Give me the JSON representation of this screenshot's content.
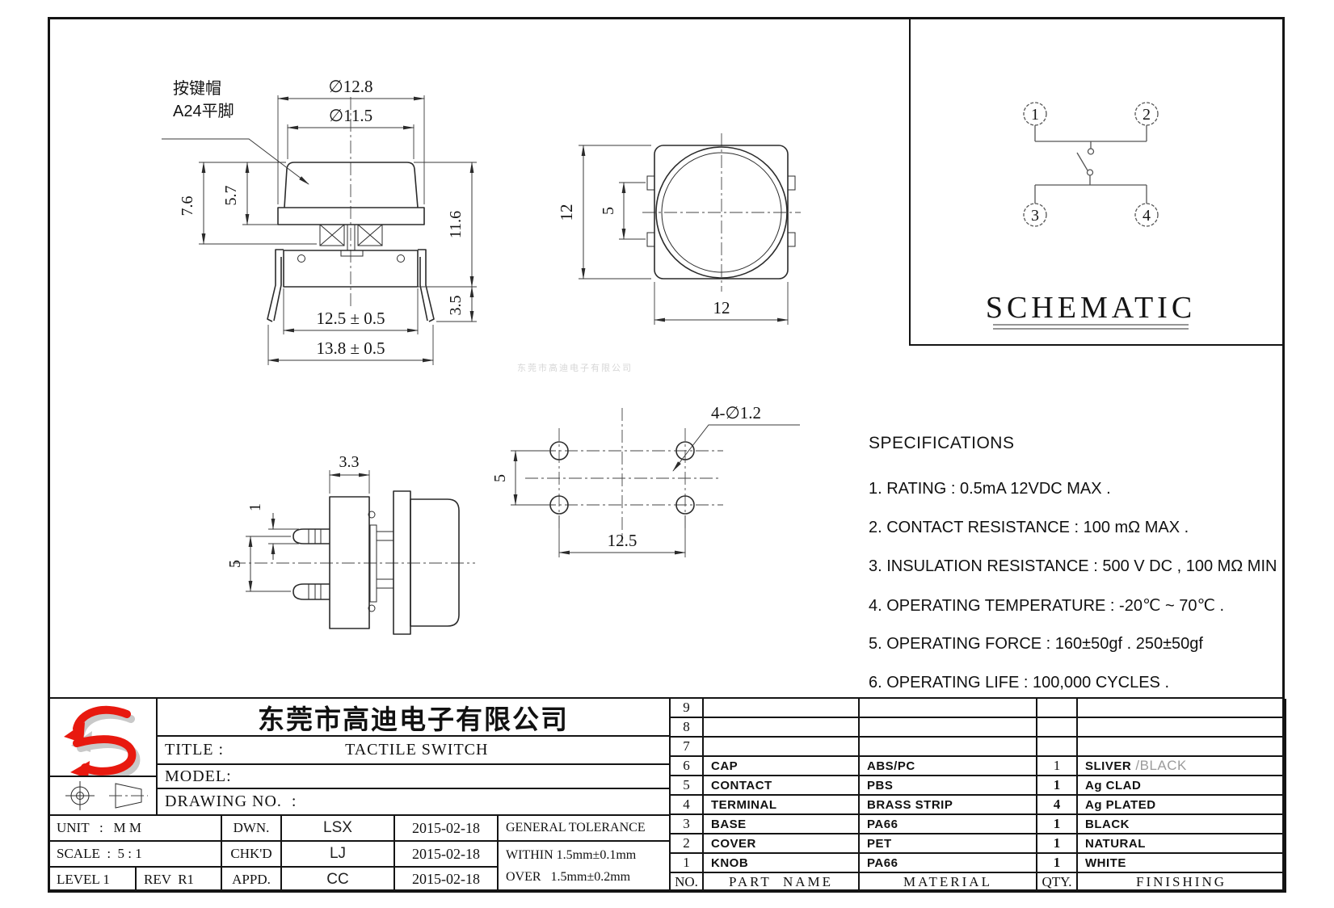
{
  "colors": {
    "logo_red": "#e8190f",
    "line": "#141414",
    "watermark_gray": "#d2d2d2"
  },
  "drawing": {
    "watermark": "东莞市高迪电子有限公司",
    "side_view": {
      "cap_label_line1": "按键帽",
      "cap_label_line2": "A24平脚",
      "dim_cap_flange_dia": "∅12.8",
      "dim_cap_top_dia": "∅11.5",
      "dim_height_76": "7.6",
      "dim_height_57": "5.7",
      "dim_height_116": "11.6",
      "dim_height_35": "3.5",
      "dim_width_125": "12.5 ± 0.5",
      "dim_width_138": "13.8 ± 0.5"
    },
    "top_view": {
      "dim_side_12": "12",
      "dim_tab_pitch_5": "5",
      "dim_bottom_12": "12"
    },
    "pin_view": {
      "dim_33": "3.3",
      "dim_1": "1",
      "dim_5": "5"
    },
    "pcb_view": {
      "hole_callout": "4-∅1.2",
      "dim_pitch_5": "5",
      "dim_pitch_125": "12.5"
    },
    "schematic": {
      "title": "SCHEMATIC",
      "pin1": "1",
      "pin2": "2",
      "pin3": "3",
      "pin4": "4"
    }
  },
  "specifications": {
    "title": "SPECIFICATIONS",
    "items": [
      "1. RATING : 0.5mA 12VDC MAX .",
      "2. CONTACT RESISTANCE : 100 mΩ MAX .",
      "3. INSULATION RESISTANCE : 500 V DC , 100 MΩ MIN",
      "4. OPERATING TEMPERATURE : -20℃ ~ 70℃ .",
      "5. OPERATING FORCE : 160±50gf . 250±50gf",
      "6. OPERATING LIFE : 100,000 CYCLES ."
    ]
  },
  "title_block": {
    "company": "东莞市高迪电子有限公司",
    "title_label": "TITLE :",
    "title_value": "TACTILE SWITCH",
    "model_label": "MODEL:",
    "drawing_no_label": "DRAWING NO.  :",
    "unit_text": "UNIT   :   M M",
    "scale_text": "SCALE  :  5 : 1",
    "level_text": "LEVEL 1",
    "rev_text": "REV  R1",
    "dwn_label": "DWN.",
    "dwn_name": "LSX",
    "dwn_date": "2015-02-18",
    "chkd_label": "CHK'D",
    "chkd_name": "LJ",
    "chkd_date": "2015-02-18",
    "appd_label": "APPD.",
    "appd_name": "CC",
    "appd_date": "2015-02-18",
    "tolerance_title": "GENERAL TOLERANCE",
    "tolerance_within": "WITHIN 1.5mm±0.1mm",
    "tolerance_over": "OVER   1.5mm±0.2mm"
  },
  "parts_table": {
    "headers": {
      "no": "NO.",
      "part_name": "PART  NAME",
      "material": "MATERIAL",
      "qty": "QTY.",
      "finishing": "FINISHING"
    },
    "rows": [
      {
        "no": "9",
        "part_name": "",
        "material": "",
        "qty": "",
        "finishing": "",
        "finishing_extra": ""
      },
      {
        "no": "8",
        "part_name": "",
        "material": "",
        "qty": "",
        "finishing": "",
        "finishing_extra": ""
      },
      {
        "no": "7",
        "part_name": "",
        "material": "",
        "qty": "",
        "finishing": "",
        "finishing_extra": ""
      },
      {
        "no": "6",
        "part_name": "CAP",
        "material": "ABS/PC",
        "qty": "1",
        "finishing": "SLIVER",
        "finishing_extra": " /BLACK"
      },
      {
        "no": "5",
        "part_name": "CONTACT",
        "material": "PBS",
        "qty": "1",
        "finishing": "Ag CLAD",
        "finishing_extra": ""
      },
      {
        "no": "4",
        "part_name": "TERMINAL",
        "material": "BRASS STRIP",
        "qty": "4",
        "finishing": "Ag PLATED",
        "finishing_extra": ""
      },
      {
        "no": "3",
        "part_name": "BASE",
        "material": "PA66",
        "qty": "1",
        "finishing": "BLACK",
        "finishing_extra": ""
      },
      {
        "no": "2",
        "part_name": "COVER",
        "material": "PET",
        "qty": "1",
        "finishing": "NATURAL",
        "finishing_extra": ""
      },
      {
        "no": "1",
        "part_name": "KNOB",
        "material": "PA66",
        "qty": "1",
        "finishing": "WHITE",
        "finishing_extra": ""
      }
    ]
  }
}
